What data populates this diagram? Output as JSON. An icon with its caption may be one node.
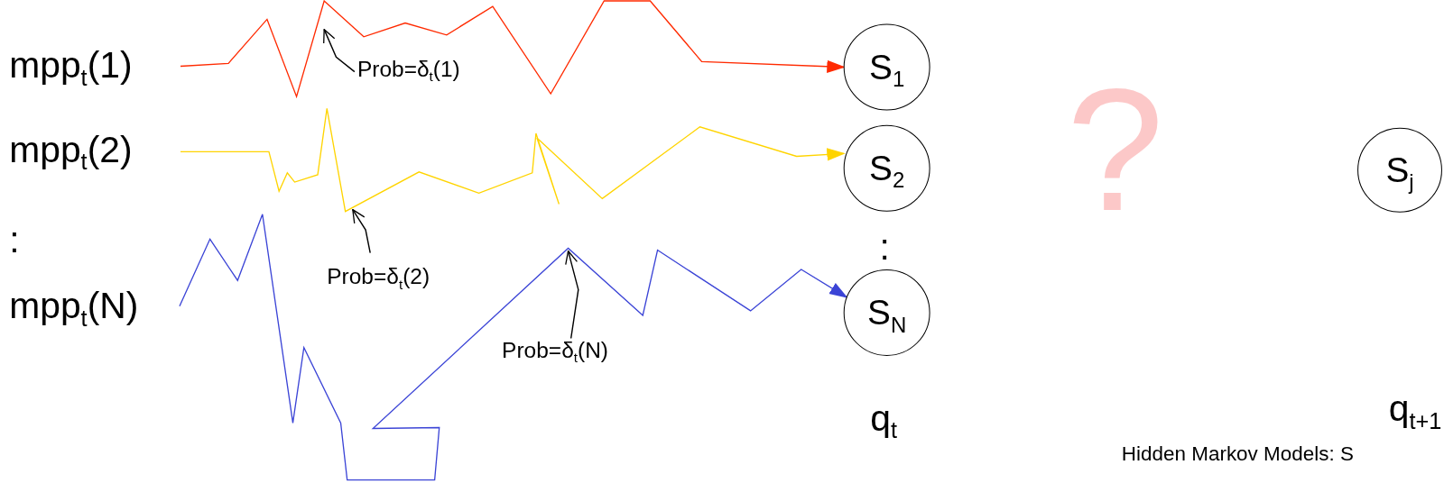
{
  "diagram": {
    "caption": "Hidden Markov Models: S",
    "nodes": [
      {
        "text": [
          "mpp$_{t}$(1)"
        ]
      },
      {
        "text": [
          "mpp$_{t}$(2)"
        ]
      },
      {
        "text": [
          "mpp$_{t}$(N)"
        ]
      },
      {
        "text": [
          "S$_{1}$"
        ]
      },
      {
        "text": [
          "S$_{2}$"
        ]
      },
      {
        "text": [
          "S$_{N}$"
        ]
      },
      {
        "text": [
          "S$_{j}$"
        ]
      },
      {
        "text": [
          "Prob=δ$_{t}$(1)"
        ]
      },
      {
        "text": [
          "Prob=δ$_{t}$(2)"
        ]
      },
      {
        "text": [
          "Prob=δ$_{t}$(N)"
        ]
      }
    ],
    "edges": [
      {
        "from": 0,
        "to": 3,
        "arrow": "to",
        "color": "#ff2a00"
      },
      {
        "from": 1,
        "to": 4,
        "arrow": "to",
        "color": "#ffd400"
      },
      {
        "from": 2,
        "to": 5,
        "arrow": "to",
        "color": "#3b44d6"
      },
      {
        "from": 7,
        "to": null,
        "arrow": "to"
      },
      {
        "from": 8,
        "to": null,
        "arrow": "to"
      },
      {
        "from": 9,
        "to": null,
        "arrow": "to"
      }
    ],
    "labels": [
      ":",
      ":",
      "?",
      "q$_{t}$",
      "q$_{t+1}$"
    ]
  }
}
